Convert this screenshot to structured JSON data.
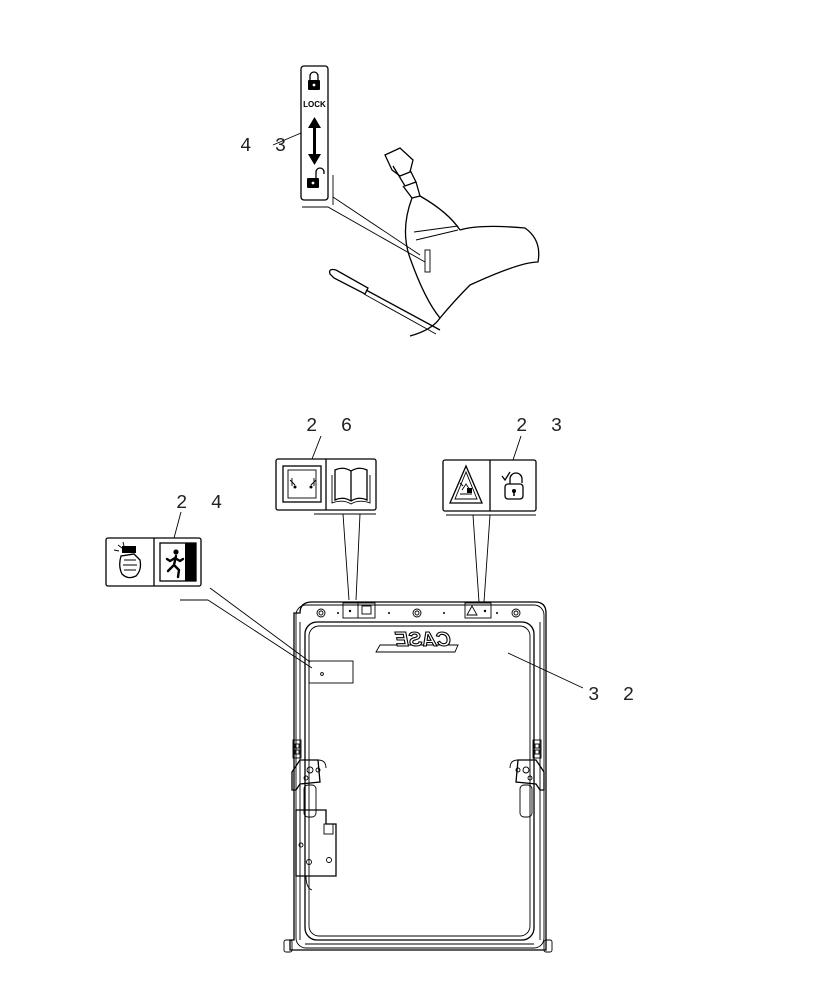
{
  "callouts": {
    "c43": "4 3",
    "c26": "2 6",
    "c23": "2 3",
    "c24": "2 4",
    "c32": "3 2"
  },
  "decals": {
    "lock_word": "LOCK",
    "logo_text": "CASE"
  },
  "icons": {
    "lock_decal": [
      "padlock-closed-icon",
      "double-arrow-icon",
      "padlock-open-icon"
    ],
    "decal_26": [
      "window-frame-icon",
      "operator-manual-icon"
    ],
    "decal_23": [
      "warning-triangle-icon",
      "unlock-icon"
    ],
    "decal_24": [
      "hammer-hand-icon",
      "emergency-exit-icon"
    ]
  }
}
